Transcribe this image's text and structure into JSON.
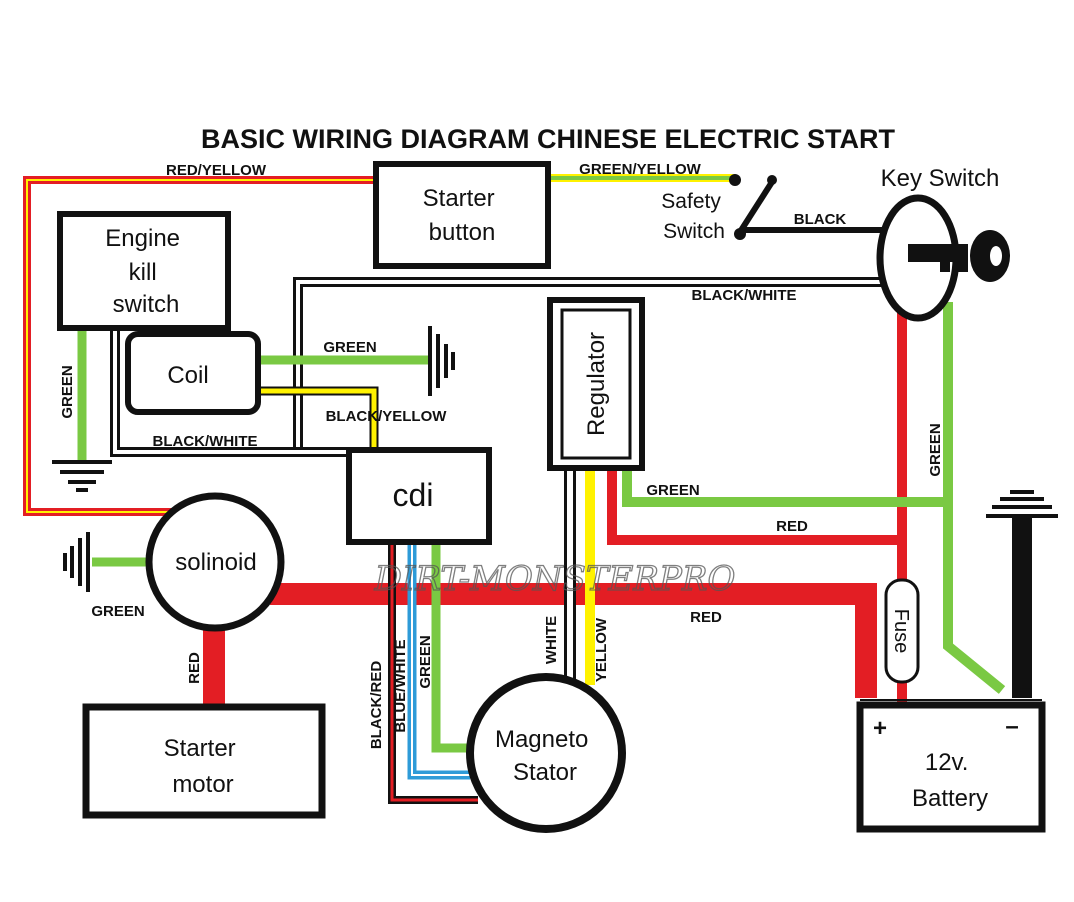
{
  "title": "BASIC WIRING DIAGRAM CHINESE ELECTRIC START",
  "watermark": "DIRT-MONSTERPRO",
  "components": {
    "starter_button": [
      "Starter",
      "button"
    ],
    "engine_kill_switch": [
      "Engine",
      "kill",
      "switch"
    ],
    "coil": "Coil",
    "cdi": "cdi",
    "regulator": "Regulator",
    "key_switch": "Key Switch",
    "safety_switch": [
      "Safety",
      "Switch"
    ],
    "solenoid": "solinoid",
    "starter_motor": [
      "Starter",
      "motor"
    ],
    "magneto_stator": [
      "Magneto",
      "Stator"
    ],
    "fuse": "Fuse",
    "battery": [
      "12v.",
      "Battery"
    ],
    "battery_plus": "+",
    "battery_minus": "–"
  },
  "wire_labels": {
    "red_yellow": "RED/YELLOW",
    "green_yellow": "GREEN/YELLOW",
    "black": "BLACK",
    "black_white_top": "BLACK/WHITE",
    "green_coil": "GREEN",
    "black_yellow": "BLACK/YELLOW",
    "black_white_left": "BLACK/WHITE",
    "green_kill": "GREEN",
    "green_regulator": "GREEN",
    "red_regulator": "RED",
    "green_key": "GREEN",
    "green_solenoid": "GREEN",
    "red_main": "RED",
    "red_starter": "RED",
    "black_red": "BLACK/RED",
    "blue_white": "BLUE/WHITE",
    "green_stator": "GREEN",
    "white": "WHITE",
    "yellow": "YELLOW"
  },
  "colors": {
    "red": "#e31e24",
    "green": "#7ac943",
    "yellow": "#fff200",
    "blue": "#2e9bd8",
    "black": "#111111",
    "orange_red": "#f15a24"
  }
}
